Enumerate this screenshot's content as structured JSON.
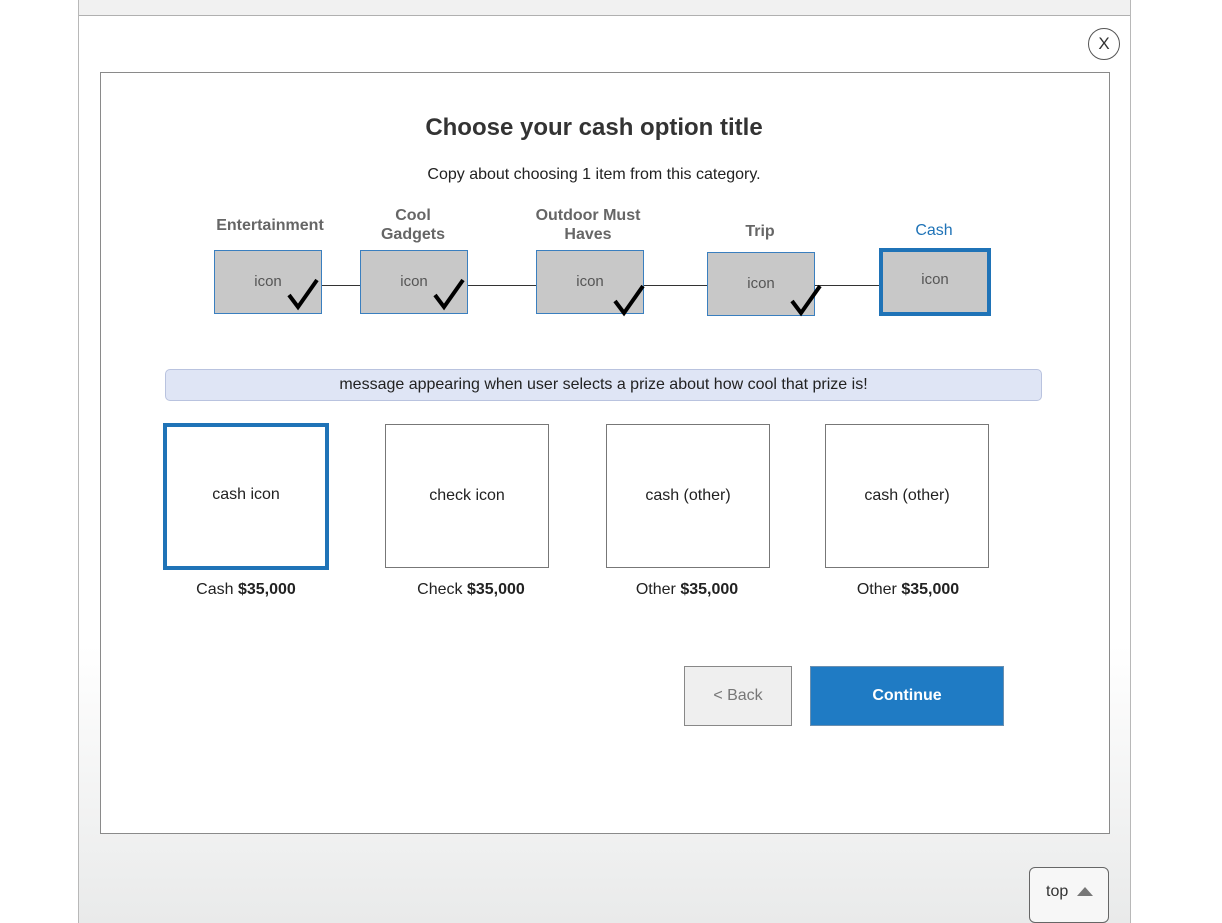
{
  "close_button": {
    "label": "X"
  },
  "header": {
    "title": "Choose your cash option title",
    "subtitle": "Copy about choosing 1 item from this category."
  },
  "steps": [
    {
      "label_lines": [
        "Entertainment"
      ],
      "icon_text": "icon",
      "completed": true,
      "active": false
    },
    {
      "label_lines": [
        "Cool",
        "Gadgets"
      ],
      "icon_text": "icon",
      "completed": true,
      "active": false
    },
    {
      "label_lines": [
        "Outdoor Must",
        "Haves"
      ],
      "icon_text": "icon",
      "completed": true,
      "active": false
    },
    {
      "label_lines": [
        "Trip"
      ],
      "icon_text": "icon",
      "completed": true,
      "active": false
    },
    {
      "label_lines": [
        "Cash"
      ],
      "icon_text": "icon",
      "completed": false,
      "active": true
    }
  ],
  "message": "message appearing when user selects a prize about how cool that prize is!",
  "options": [
    {
      "icon_text": "cash icon",
      "caption_prefix": "Cash ",
      "amount": "$35,000",
      "selected": true
    },
    {
      "icon_text": "check icon",
      "caption_prefix": "Check ",
      "amount": "$35,000",
      "selected": false
    },
    {
      "icon_text": "cash (other)",
      "caption_prefix": "Other ",
      "amount": "$35,000",
      "selected": false
    },
    {
      "icon_text": "cash (other)",
      "caption_prefix": "Other ",
      "amount": "$35,000",
      "selected": false
    }
  ],
  "actions": {
    "back_label": "< Back",
    "continue_label": "Continue"
  },
  "scroll_top": {
    "label": "top"
  },
  "colors": {
    "accent": "#1f73b7",
    "step_box_fill": "#c8c8c8",
    "message_bar_fill": "#dfe5f5"
  }
}
